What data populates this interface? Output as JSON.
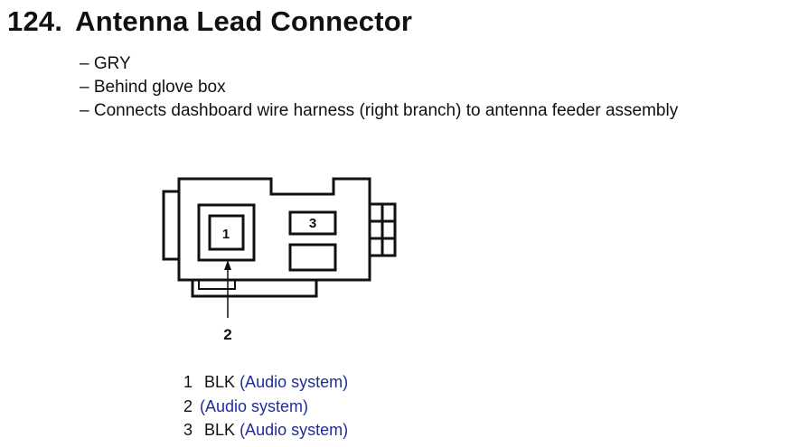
{
  "connector": {
    "number": "124.",
    "name": "Antenna Lead Connector",
    "details": [
      "– GRY",
      "– Behind glove box",
      "– Connects dashboard wire harness (right branch) to antenna feeder assembly"
    ]
  },
  "diagram": {
    "cavity_labels": [
      "1",
      "3"
    ],
    "callout_label": "2"
  },
  "pins": [
    {
      "number": "1",
      "wire_color": "BLK",
      "circuit": "(Audio system)"
    },
    {
      "number": "2",
      "wire_color": "",
      "circuit": "(Audio system)"
    },
    {
      "number": "3",
      "wire_color": "BLK",
      "circuit": "(Audio system)"
    }
  ]
}
